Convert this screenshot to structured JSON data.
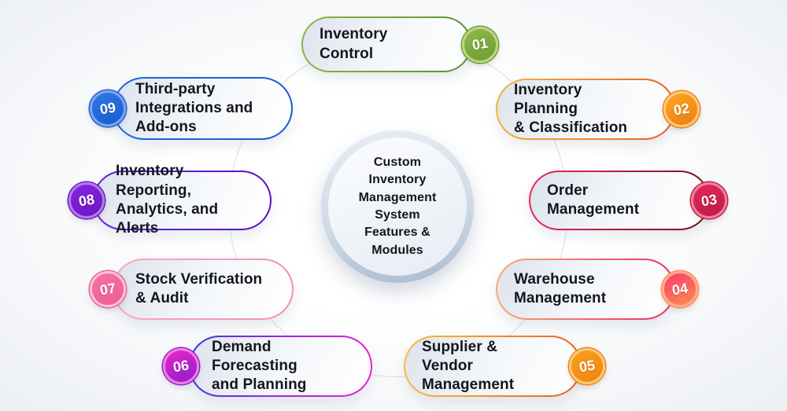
{
  "figure": {
    "center_title": "Custom\nInventory\nManagement\nSystem\nFeatures &\nModules"
  },
  "items": [
    {
      "number": "01",
      "label": "Inventory Control",
      "badge_side": "right",
      "colors": {
        "border_from": "#8ab54a",
        "border_to": "#5e8f2d",
        "badge_from": "#8eba4b",
        "badge_to": "#6d9c33",
        "badge_ring": "#b9d687"
      }
    },
    {
      "number": "02",
      "label": "Inventory Planning\n& Classification",
      "badge_side": "right",
      "colors": {
        "border_from": "#f3b73a",
        "border_to": "#ee5a24",
        "badge_from": "#f9a826",
        "badge_to": "#ef7c11",
        "badge_ring": "#fbc97a"
      }
    },
    {
      "number": "03",
      "label": "Order Management",
      "badge_side": "right",
      "colors": {
        "border_from": "#ee2a63",
        "border_to": "#6e1120",
        "badge_from": "#e0295b",
        "badge_to": "#c21a45",
        "badge_ring": "#f07fa0"
      }
    },
    {
      "number": "04",
      "label": "Warehouse\nManagement",
      "badge_side": "right",
      "colors": {
        "border_from": "#f6b26b",
        "border_to": "#f2246d",
        "badge_from": "#fb3a6e",
        "badge_to": "#fa8e4e",
        "badge_ring": "#fdab8d"
      }
    },
    {
      "number": "05",
      "label": "Supplier & Vendor\nManagement",
      "badge_side": "right",
      "colors": {
        "border_from": "#f3c13c",
        "border_to": "#ef5a23",
        "badge_from": "#f8a01f",
        "badge_to": "#f2830f",
        "badge_ring": "#fbc878"
      }
    },
    {
      "number": "06",
      "label": "Demand Forecasting\nand Planning",
      "badge_side": "left",
      "colors": {
        "border_from": "#4430e3",
        "border_to": "#f01fd3",
        "badge_from": "#ec26c4",
        "badge_to": "#8d1bd6",
        "badge_ring": "#f27fd9"
      }
    },
    {
      "number": "07",
      "label": "Stock Verification\n& Audit",
      "badge_side": "left",
      "colors": {
        "border_from": "#f8a8c4",
        "border_to": "#f48fb4",
        "badge_from": "#f472a4",
        "badge_to": "#ef5e94",
        "badge_ring": "#fac2d6"
      }
    },
    {
      "number": "08",
      "label": "Inventory Reporting,\nAnalytics, and Alerts",
      "badge_side": "left",
      "colors": {
        "border_from": "#6d1ed8",
        "border_to": "#5a13be",
        "badge_from": "#8526e0",
        "badge_to": "#6b15c4",
        "badge_ring": "#b27ae9"
      }
    },
    {
      "number": "09",
      "label": "Third-party\nIntegrations and\nAdd-ons",
      "badge_side": "left",
      "colors": {
        "border_from": "#1e66db",
        "border_to": "#1a5bd0",
        "badge_from": "#2f79e6",
        "badge_to": "#1a5bd0",
        "badge_ring": "#7aa6ee"
      }
    }
  ]
}
